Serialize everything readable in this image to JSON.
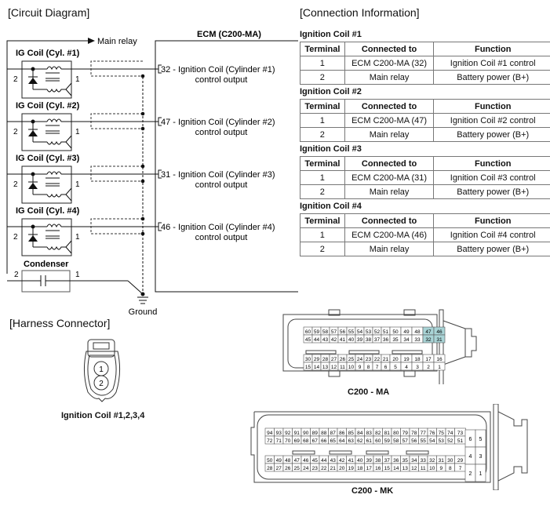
{
  "circuit": {
    "title": "[Circuit Diagram]",
    "main_relay": "Main relay",
    "ecm_title": "ECM (C200-MA)",
    "ground": "Ground",
    "coils": [
      {
        "label": "IG Coil (Cyl. #1)",
        "pin_left": "2",
        "pin_right": "1",
        "ecm_pin": "32",
        "ecm_line1": "32 - Ignition Coil (Cylinder #1)",
        "ecm_line2": "control output"
      },
      {
        "label": "IG Coil (Cyl. #2)",
        "pin_left": "2",
        "pin_right": "1",
        "ecm_pin": "47",
        "ecm_line1": "47 - Ignition Coil (Cylinder #2)",
        "ecm_line2": "control output"
      },
      {
        "label": "IG Coil (Cyl. #3)",
        "pin_left": "2",
        "pin_right": "1",
        "ecm_pin": "31",
        "ecm_line1": "31 - Ignition Coil (Cylinder #3)",
        "ecm_line2": "control output"
      },
      {
        "label": "IG Coil (Cyl. #4)",
        "pin_left": "2",
        "pin_right": "1",
        "ecm_pin": "46",
        "ecm_line1": "46 - Ignition Coil (Cylinder #4)",
        "ecm_line2": "control output"
      }
    ],
    "condenser": {
      "label": "Condenser",
      "pin_left": "2",
      "pin_right": "1"
    }
  },
  "connection_info": {
    "title": "[Connection Information]",
    "headers": [
      "Terminal",
      "Connected to",
      "Function"
    ],
    "tables": [
      {
        "title": "Ignition Coil #1",
        "rows": [
          [
            "1",
            "ECM C200-MA (32)",
            "Ignition Coil #1 control"
          ],
          [
            "2",
            "Main relay",
            "Battery power (B+)"
          ]
        ]
      },
      {
        "title": "Ignition Coil #2",
        "rows": [
          [
            "1",
            "ECM C200-MA (47)",
            "Ignition Coil #2 control"
          ],
          [
            "2",
            "Main relay",
            "Battery power (B+)"
          ]
        ]
      },
      {
        "title": "Ignition Coil #3",
        "rows": [
          [
            "1",
            "ECM C200-MA (31)",
            "Ignition Coil #3 control"
          ],
          [
            "2",
            "Main relay",
            "Battery power (B+)"
          ]
        ]
      },
      {
        "title": "Ignition Coil #4",
        "rows": [
          [
            "1",
            "ECM C200-MA (46)",
            "Ignition Coil #4 control"
          ],
          [
            "2",
            "Main relay",
            "Battery power (B+)"
          ]
        ]
      }
    ]
  },
  "harness": {
    "title": "[Harness Connector]",
    "coil_connector": {
      "label": "Ignition Coil #1,2,3,4",
      "pins": [
        "1",
        "2"
      ]
    },
    "ma_connector": {
      "label": "C200 - MA",
      "highlight_color": "#a9d4d6",
      "highlighted_pins": [
        "47",
        "46",
        "32",
        "31"
      ],
      "rows": [
        [
          "60",
          "59",
          "58",
          "57",
          "56",
          "55",
          "54",
          "53",
          "52",
          "51",
          "50",
          "49",
          "48",
          "47",
          "46"
        ],
        [
          "45",
          "44",
          "43",
          "42",
          "41",
          "40",
          "39",
          "38",
          "37",
          "36",
          "35",
          "34",
          "33",
          "32",
          "31"
        ],
        [
          "30",
          "29",
          "28",
          "27",
          "26",
          "25",
          "24",
          "23",
          "22",
          "21",
          "20",
          "19",
          "18",
          "17",
          "16"
        ],
        [
          "15",
          "14",
          "13",
          "12",
          "11",
          "10",
          "9",
          "8",
          "7",
          "6",
          "5",
          "4",
          "3",
          "2",
          "1"
        ]
      ]
    },
    "mk_connector": {
      "label": "C200 - MK",
      "rows": [
        [
          "94",
          "93",
          "92",
          "91",
          "90",
          "89",
          "88",
          "87",
          "86",
          "85",
          "84",
          "83",
          "82",
          "81",
          "80",
          "79",
          "78",
          "77",
          "76",
          "75",
          "74",
          "73"
        ],
        [
          "72",
          "71",
          "70",
          "69",
          "68",
          "67",
          "66",
          "65",
          "64",
          "63",
          "62",
          "61",
          "60",
          "59",
          "58",
          "57",
          "56",
          "55",
          "54",
          "53",
          "52",
          "51"
        ],
        [
          "50",
          "49",
          "48",
          "47",
          "46",
          "45",
          "44",
          "43",
          "42",
          "41",
          "40",
          "39",
          "38",
          "37",
          "36",
          "35",
          "34",
          "33",
          "32",
          "31",
          "30",
          "29"
        ],
        [
          "28",
          "27",
          "26",
          "25",
          "24",
          "23",
          "22",
          "21",
          "20",
          "19",
          "18",
          "17",
          "16",
          "15",
          "14",
          "13",
          "12",
          "11",
          "10",
          "9",
          "8",
          "7"
        ]
      ],
      "side_block": [
        [
          "6",
          "5"
        ],
        [
          "4",
          "3"
        ],
        [
          "2",
          "1"
        ]
      ]
    }
  }
}
